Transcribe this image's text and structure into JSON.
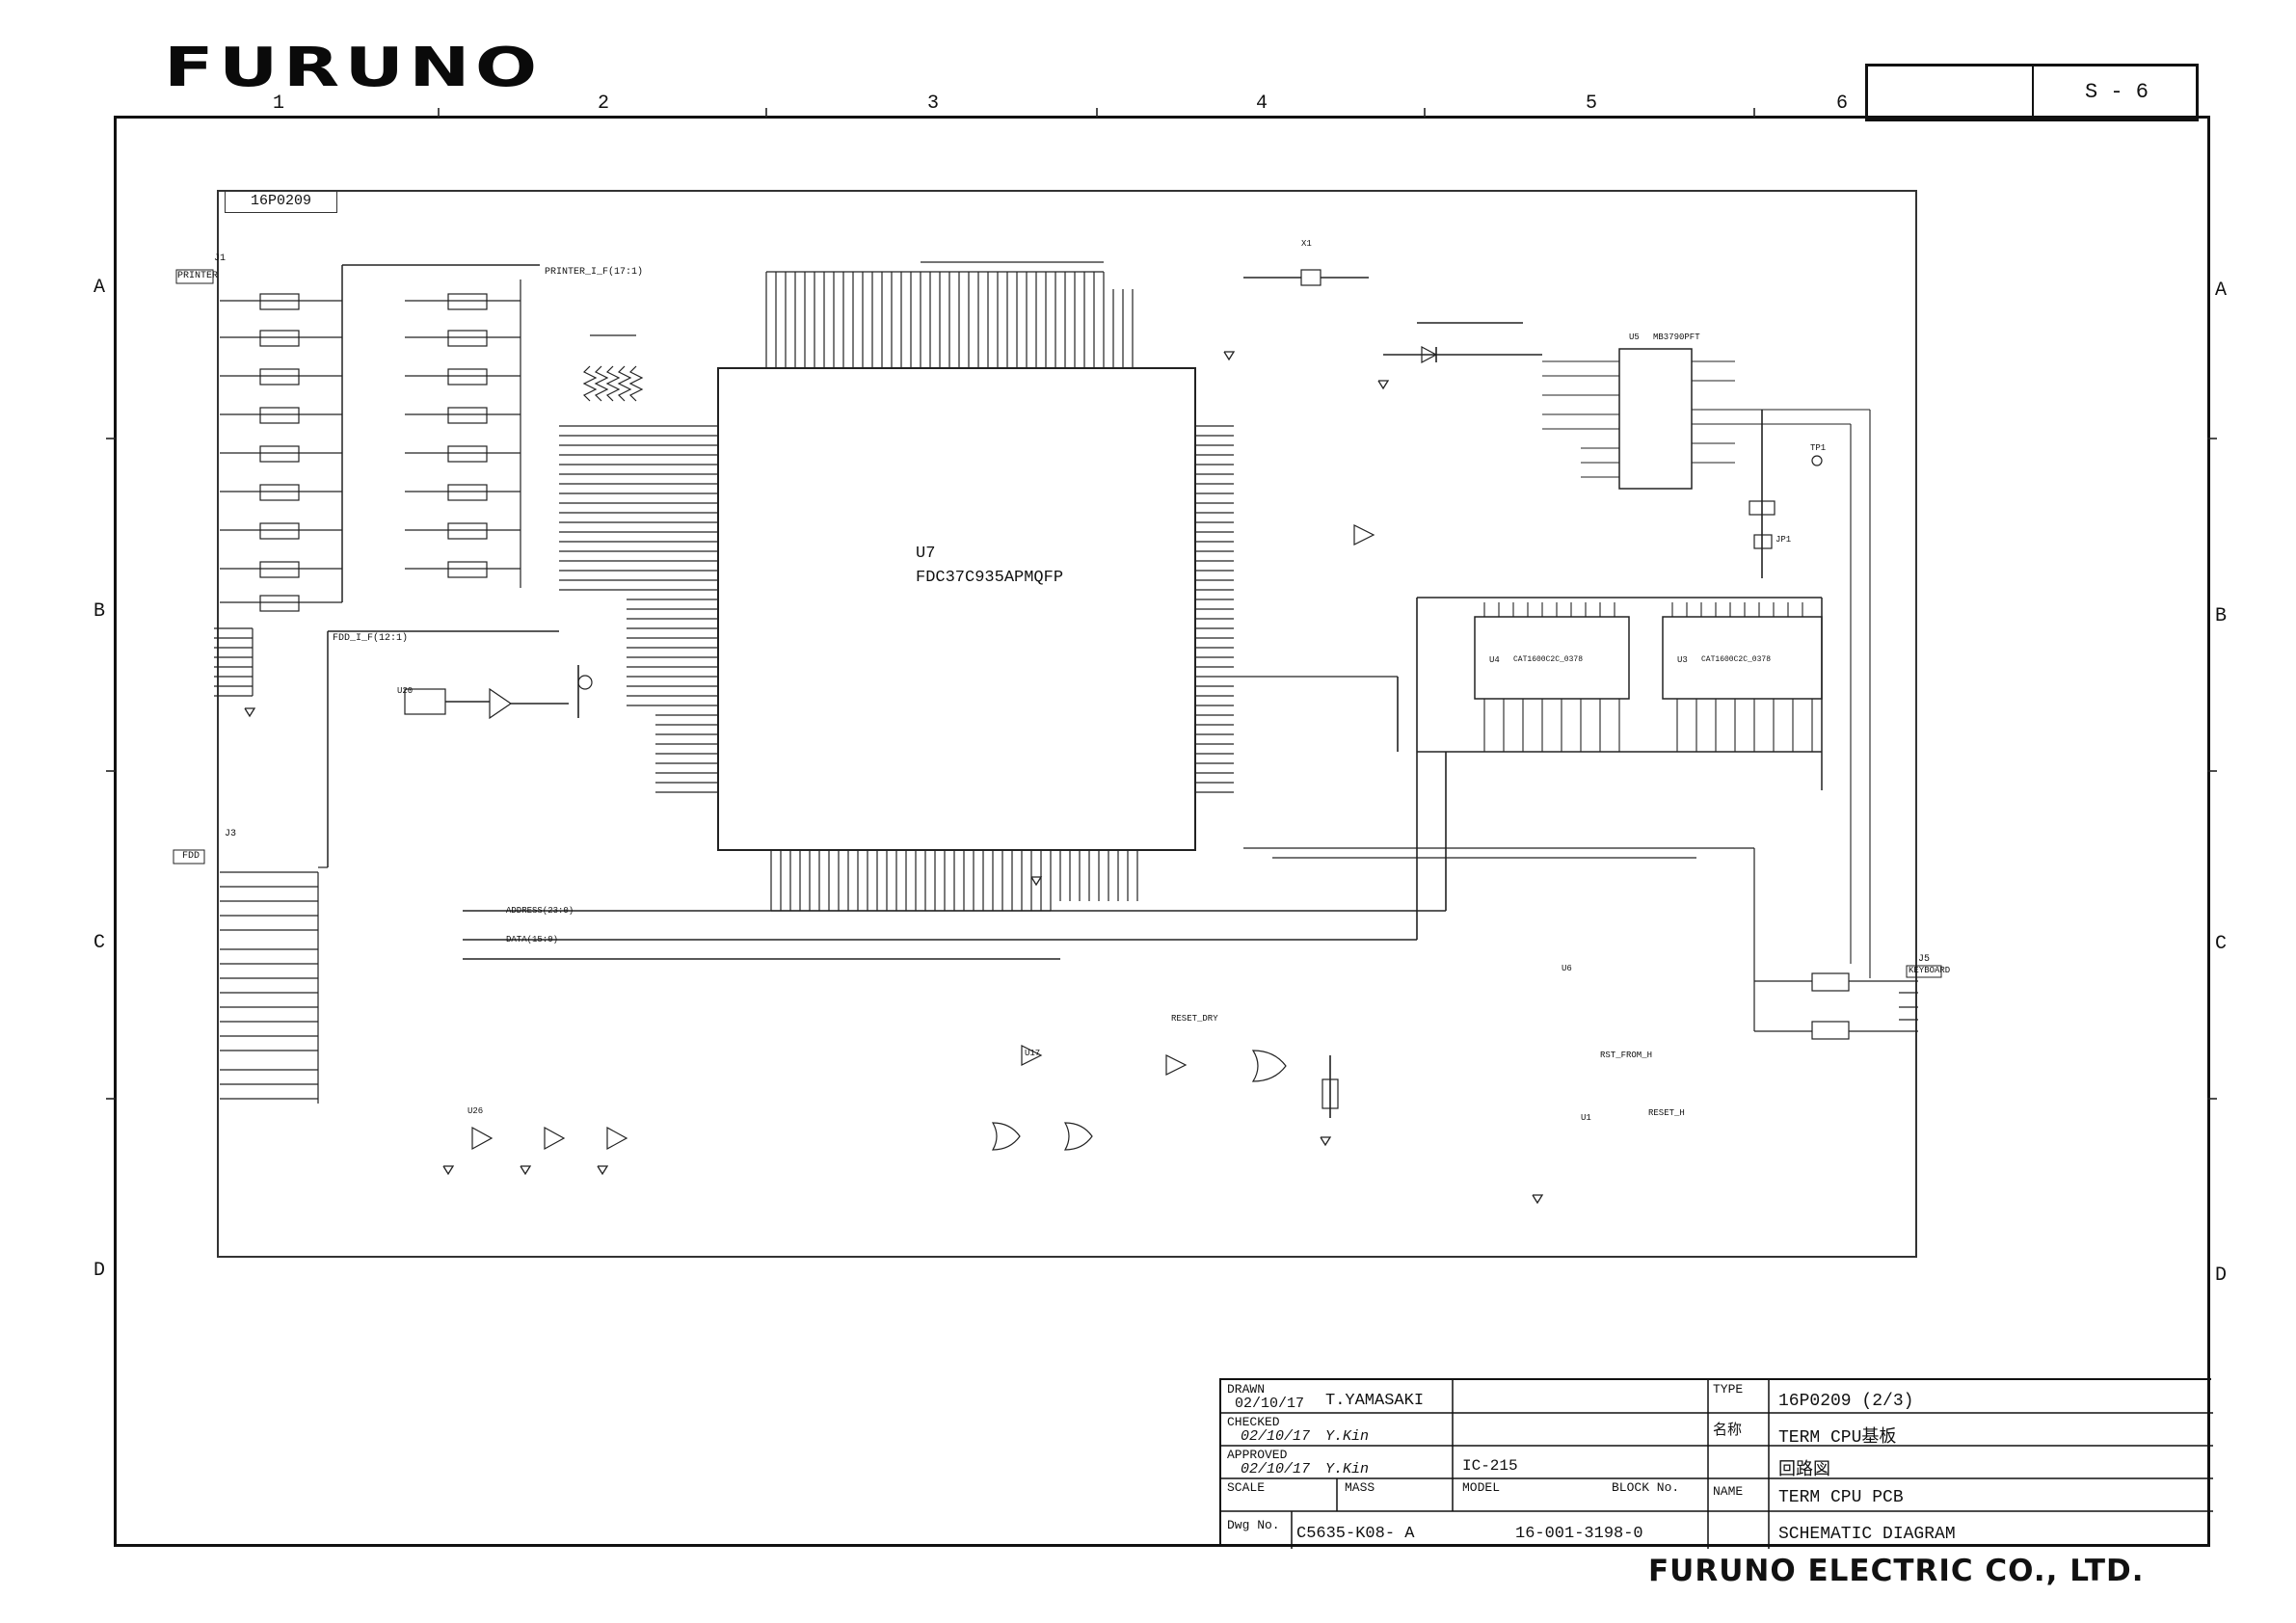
{
  "brand": "FURUNO",
  "sheet": {
    "number": "S - 6"
  },
  "zones": {
    "columns": [
      "1",
      "2",
      "3",
      "4",
      "5",
      "6"
    ],
    "rows": [
      "A",
      "B",
      "C",
      "D"
    ]
  },
  "board_tag": "16P0209",
  "main_ic": {
    "ref": "U7",
    "part": "FDC37C935APMQFP"
  },
  "connectors": {
    "printer": "PRINTER",
    "fdd": "FDD",
    "keyboard": "KEYBOARD",
    "j1": "J1",
    "j3": "J3",
    "j5": "J5"
  },
  "nets": {
    "printer_bus": "PRINTER_I_F(17:1)",
    "fdd_bus": "FDD_I_F(12:1)",
    "address": "ADDRESS(23:0)",
    "data": "DATA(15:0)",
    "rst_from": "RST_FROM_H",
    "reset": "RESET_H",
    "reset_dry": "RESET_DRY"
  },
  "parts": {
    "u4": "U4",
    "u3": "U3",
    "u5": "U5",
    "u5_part": "MB3790PFT",
    "u4_part": "CAT1600C2C_0378",
    "u3_part": "CAT1600C2C_0378",
    "u6": "U6",
    "u1": "U1",
    "u17": "U17",
    "u20": "U20",
    "u26": "U26",
    "jp1": "JP1",
    "tp1": "TP1",
    "x1": "X1"
  },
  "title_block": {
    "drawn_label": "DRAWN",
    "drawn_date": "02/10/17",
    "drawn_by": "T.YAMASAKI",
    "checked_label": "CHECKED",
    "checked_date": "02/10/17",
    "checked_by": "Y.Kin",
    "approved_label": "APPROVED",
    "approved_date": "02/10/17",
    "approved_by": "Y.Kin",
    "scale_label": "SCALE",
    "mass_label": "MASS",
    "model_label": "MODEL",
    "model_value": "IC-215",
    "block_label": "BLOCK No.",
    "dwg_label": "Dwg No.",
    "dwg_no": "C5635-K08- A",
    "block_no": "16-001-3198-0",
    "type_label": "TYPE",
    "type_value": "16P0209 (2/3)",
    "name_jp_label": "名称",
    "name_jp_value": "TERM CPU基板",
    "diagram_jp": "回路図",
    "name_label": "NAME",
    "name_value": "TERM CPU PCB",
    "diagram_en": "SCHEMATIC DIAGRAM"
  },
  "footer": "FURUNO ELECTRIC CO., LTD."
}
